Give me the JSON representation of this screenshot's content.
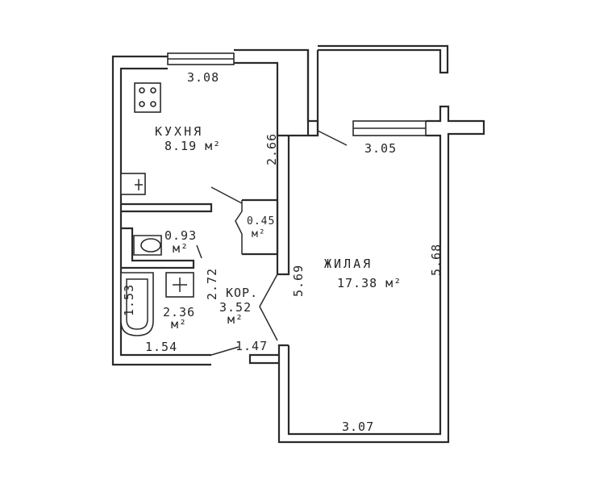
{
  "kitchen": {
    "name": "КУХНЯ",
    "area": "8.19 м²",
    "width": "3.08",
    "depth": "2.66"
  },
  "living": {
    "name": "ЖИЛАЯ",
    "area": "17.38 м²",
    "top": "3.05",
    "bottom": "3.07",
    "left": "5.69",
    "right": "5.68"
  },
  "wc": {
    "area": "0.93",
    "unit": "м²"
  },
  "closet": {
    "area": "0.45",
    "unit": "м²"
  },
  "bath": {
    "area": "2.36",
    "unit": "м²",
    "width": "1.54",
    "height": "1.53"
  },
  "corridor": {
    "name": "КОР.",
    "area": "3.52",
    "unit": "м²",
    "depth": "2.72",
    "entry": "1.47"
  }
}
